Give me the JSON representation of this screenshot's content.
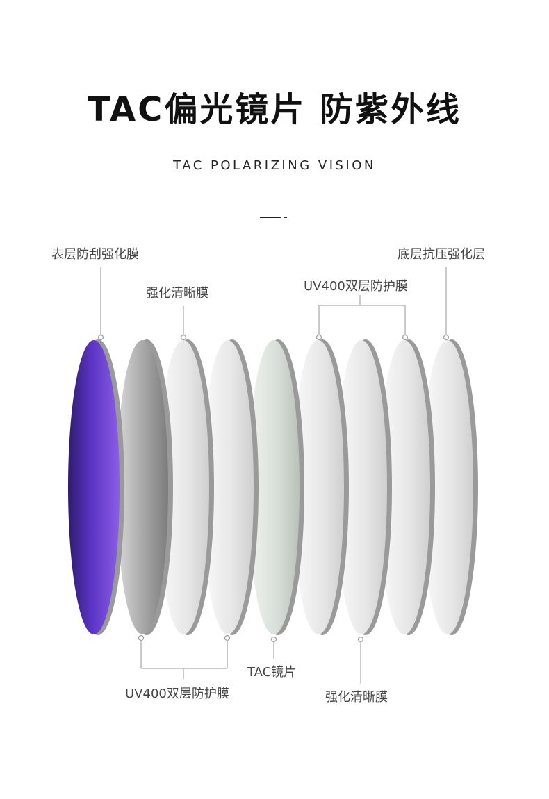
{
  "header": {
    "title": "TAC偏光镜片 防紫外线",
    "subtitle": "TAC POLARIZING VISION"
  },
  "diagram": {
    "labels": {
      "top_left": "表层防刮强化膜",
      "top_second": "强化清晰膜",
      "top_uv": "UV400双层防护膜",
      "top_right": "底层抗压强化层",
      "bottom_uv": "UV400双层防护膜",
      "bottom_tac": "TAC镜片",
      "bottom_clear": "强化清晰膜"
    },
    "colors": {
      "purple_layer": "#6a3fd0",
      "lens_edge": "#9a9a9a",
      "callout_line": "#b8b8b8"
    }
  }
}
